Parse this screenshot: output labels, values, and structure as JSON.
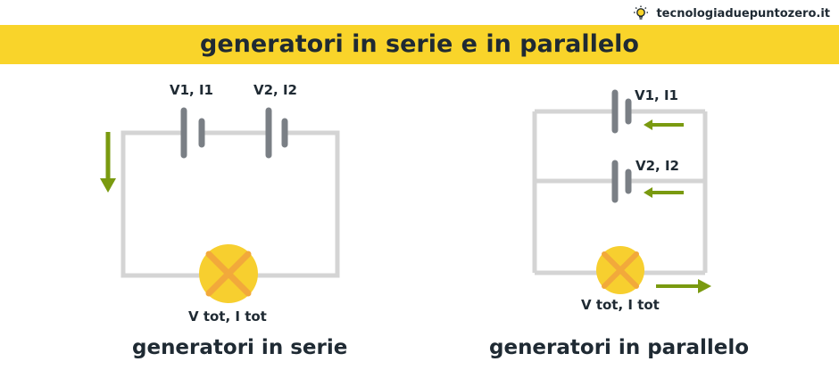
{
  "brand": {
    "name": "tecnologiaduepuntozero.it",
    "icon": "lightbulb-icon"
  },
  "header": {
    "title": "generatori in serie e in parallelo"
  },
  "serie": {
    "gen1_label": "V1, I1",
    "gen2_label": "V2, I2",
    "load_label": "V tot, I tot",
    "caption": "generatori in serie"
  },
  "parallelo": {
    "gen1_label": "V1, I1",
    "gen2_label": "V2, I2",
    "load_label": "V tot, I tot",
    "caption": "generatori in parallelo"
  },
  "colors": {
    "banner": "#f9d42a",
    "wire": "#d4d4d4",
    "battery": "#7a7f85",
    "arrow": "#7a9a10",
    "lamp": "#f7cf2f",
    "lamp_cross": "#f2a93b",
    "text": "#1f2a33"
  }
}
